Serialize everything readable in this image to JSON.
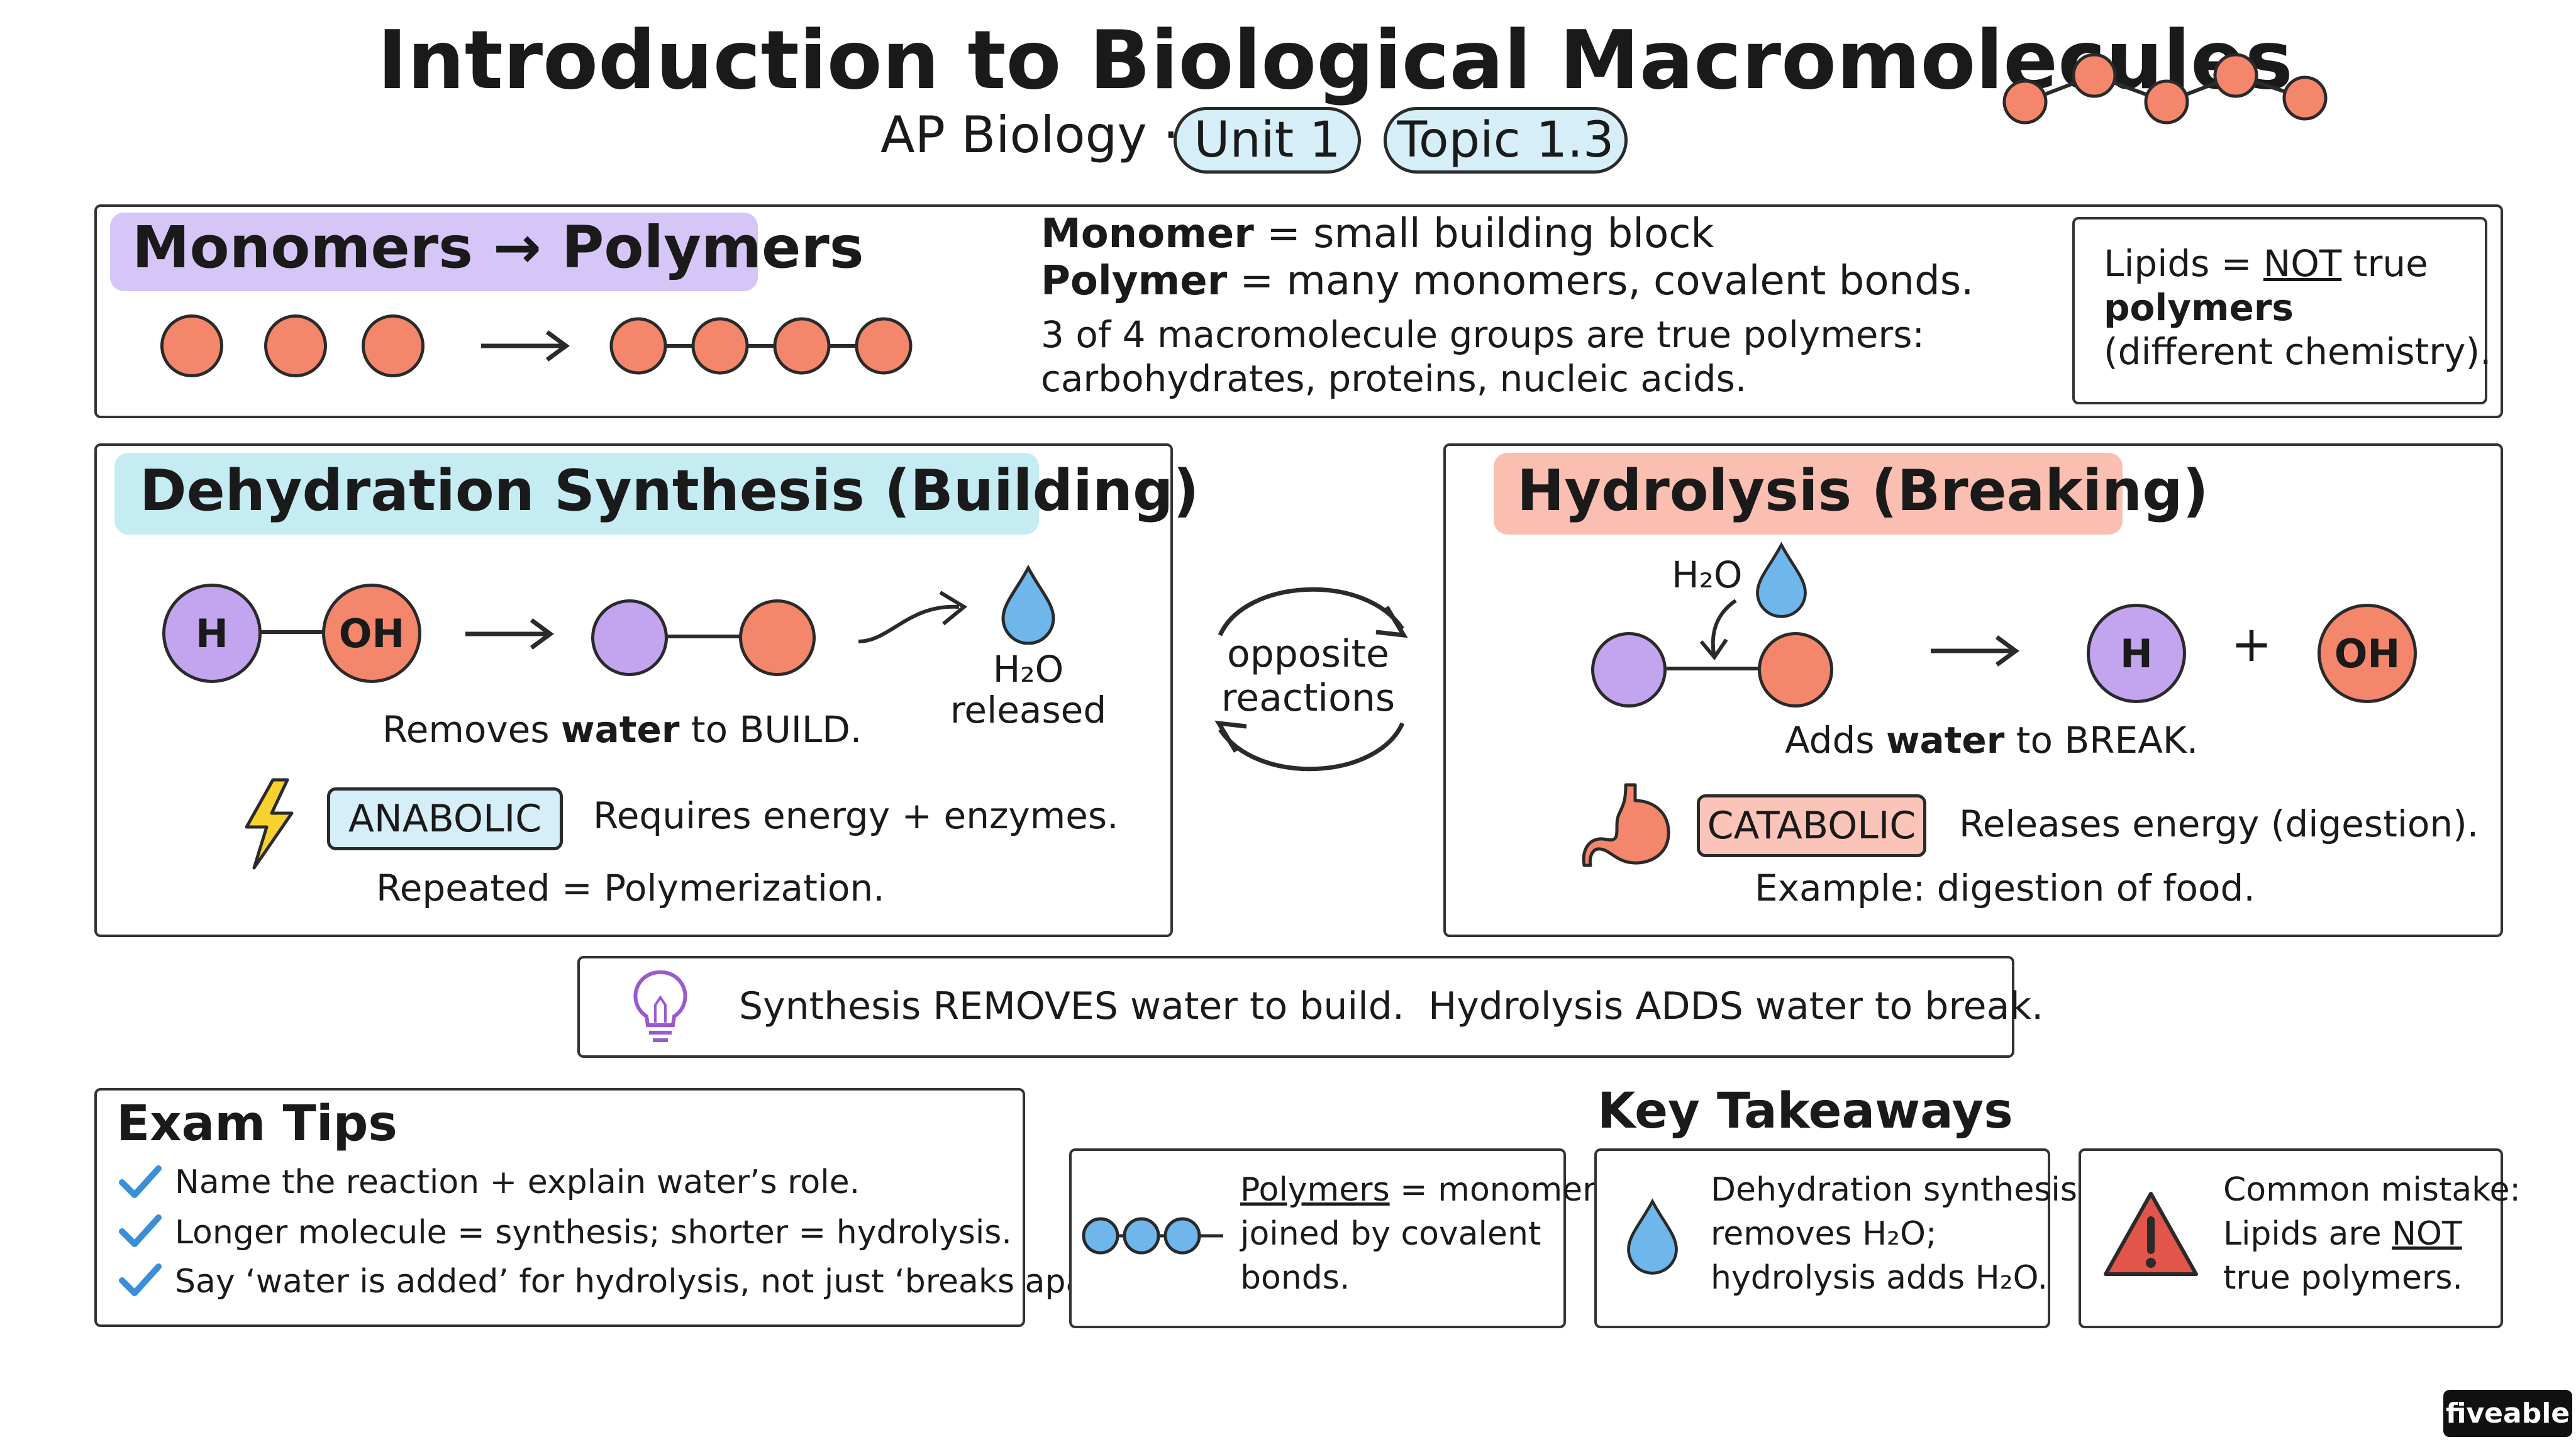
{
  "header": {
    "title": "Introduction to Biological Macromolecules",
    "subtitle": "AP Biology ·",
    "unit_badge": "Unit 1",
    "topic_badge": "Topic 1.3"
  },
  "monomers": {
    "heading": "Monomers → Polymers",
    "monomer_term": "Monomer",
    "monomer_def": "= small building block",
    "polymer_term": "Polymer",
    "polymer_def": "= many monomers, covalent bonds.",
    "groups_line1": "3 of 4 macromolecule groups are true polymers:",
    "groups_line2": "carbohydrates, proteins, nucleic acids.",
    "lipids_pre": "Lipids =",
    "lipids_not": "NOT",
    "lipids_post": "true",
    "lipids_polymers": "polymers",
    "lipids_note": "(different chemistry)."
  },
  "dehydration": {
    "heading": "Dehydration Synthesis (Building)",
    "h_label": "H",
    "oh_label": "OH",
    "water_label": "H₂O",
    "released": "released",
    "removes_pre": "Removes",
    "removes_water": "water",
    "removes_mid": "to",
    "removes_build": "BUILD.",
    "tag": "ANABOLIC",
    "requires": "Requires energy + enzymes.",
    "repeated": "Repeated = Polymerization."
  },
  "center": {
    "opposite": "opposite",
    "reactions": "reactions"
  },
  "hydrolysis": {
    "heading": "Hydrolysis (Breaking)",
    "water_label": "H₂O",
    "h_label": "H",
    "plus": "+",
    "oh_label": "OH",
    "adds_pre": "Adds",
    "adds_water": "water",
    "adds_mid": "to",
    "adds_break": "BREAK.",
    "tag": "CATABOLIC",
    "releases": "Releases energy (digestion).",
    "example": "Example: digestion of food."
  },
  "summary": {
    "part1": "Synthesis REMOVES water to build.",
    "part2": "Hydrolysis ADDS water to break."
  },
  "exam_tips": {
    "heading": "Exam Tips",
    "items": [
      "Name the reaction + explain water’s role.",
      "Longer molecule = synthesis; shorter = hydrolysis.",
      "Say ‘water is added’ for hydrolysis, not just ‘breaks apart.’"
    ]
  },
  "takeaways": {
    "heading": "Key Takeaways",
    "card1": {
      "l1_term": "Polymers",
      "l1_rest": " = monomers",
      "l2": "joined by covalent",
      "l3": "bonds."
    },
    "card2": {
      "l1": "Dehydration synthesis",
      "l2": "removes H₂O;",
      "l3": "hydrolysis adds H₂O."
    },
    "card3": {
      "l1": "Common mistake:",
      "l2_pre": "Lipids are ",
      "l2_not": "NOT",
      "l3": "true polymers."
    }
  },
  "brand": "fiveable",
  "colors": {
    "salmon": "#f4876b",
    "purple": "#c3a5ef",
    "light_blue": "#d6eef8",
    "water_blue": "#6fb6ea",
    "catabolic_pink": "#fbc4b8",
    "check_blue": "#3a8fd8",
    "warning_red": "#e2554a"
  },
  "icons": [
    "polymer-chain-icon",
    "water-drop-icon",
    "lightning-icon",
    "stomach-icon",
    "lightbulb-icon",
    "checkmark-icon",
    "warning-icon",
    "cycle-arrows-icon"
  ]
}
